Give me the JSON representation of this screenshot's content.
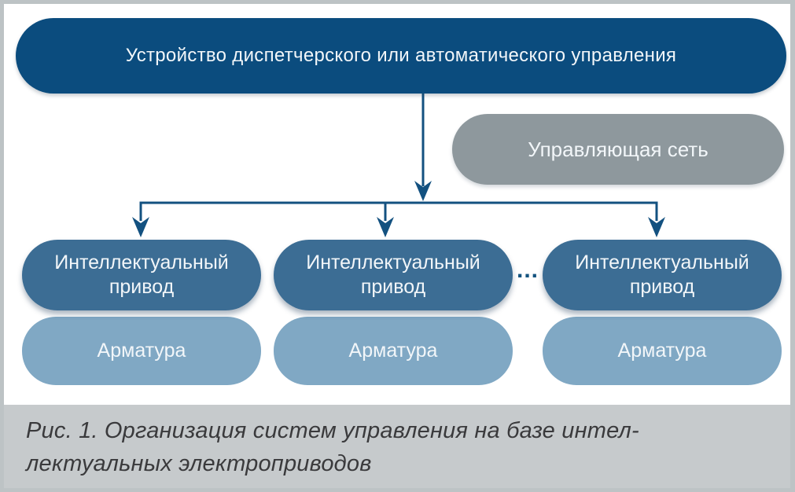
{
  "diagram": {
    "top_box": {
      "label": "Устройство диспетчерского или автоматического управления"
    },
    "network_box": {
      "label": "Управляющая сеть"
    },
    "drive_boxes": [
      {
        "label": "Интеллектуальный привод"
      },
      {
        "label": "Интеллектуальный привод"
      },
      {
        "label": "Интеллектуальный привод"
      }
    ],
    "ellipsis": "...",
    "valve_boxes": [
      {
        "label": "Арматура"
      },
      {
        "label": "Арматура"
      },
      {
        "label": "Арматура"
      }
    ],
    "caption": {
      "line1": "Рис. 1. Организация систем управления на базе интел-",
      "line2": "лектуальных электроприводов"
    },
    "colors": {
      "top_box": "#0b4c7e",
      "drive_box": "#3c6d94",
      "valve_box": "#80a8c4",
      "network_box": "#8e989d",
      "arrow": "#135180",
      "caption_background": "#c6cacc",
      "frame_border": "#bdc3c5",
      "text_light": "#f2f6f9",
      "caption_text": "#3a3a3c"
    }
  }
}
